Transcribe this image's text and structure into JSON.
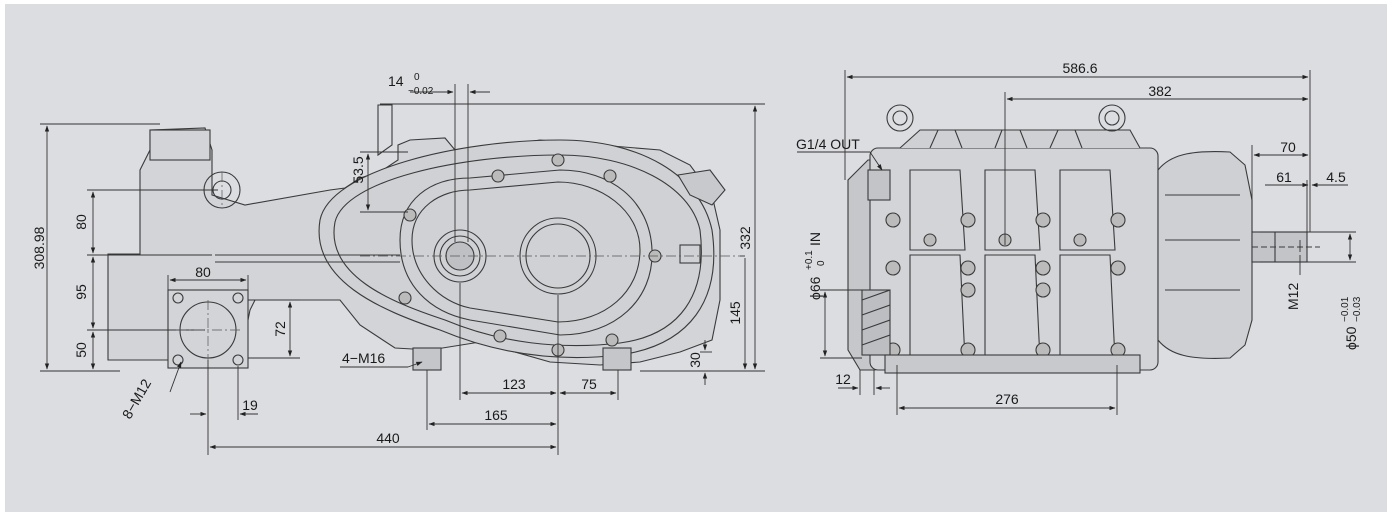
{
  "drawing": {
    "background": "#dcdde0",
    "line_color": "#3a3a3a",
    "fill_color": "#d3d4d7"
  },
  "side_view": {
    "dims": {
      "h_overall": "308.98",
      "h_80": "80",
      "h_95": "95",
      "h_50": "50",
      "w_80": "80",
      "h_72": "72",
      "h_53_5": "53.5",
      "shaft_14": "14",
      "shaft_14_tol_upper": "0",
      "shaft_14_tol_lower": "−0.02",
      "h_332": "332",
      "h_145": "145",
      "h_30": "30",
      "w_123": "123",
      "w_75": "75",
      "w_165": "165",
      "w_440": "440",
      "w_19": "19"
    },
    "callouts": {
      "bolts_m12": "8−M12",
      "bolts_m16": "4−M16"
    }
  },
  "front_view": {
    "dims": {
      "w_586_6": "586.6",
      "w_382": "382",
      "w_70": "70",
      "w_61": "61",
      "w_4_5": "4.5",
      "w_12": "12",
      "w_276": "276"
    },
    "labels": {
      "outlet": "G1/4 OUT",
      "inlet_dia": "ϕ66",
      "inlet_tol_upper": "+0.1",
      "inlet_tol_lower": "0",
      "inlet_tag": "IN",
      "thread": "M12",
      "shaft_dia": "ϕ50",
      "shaft_tol_upper": "−0.01",
      "shaft_tol_lower": "−0.03"
    }
  }
}
